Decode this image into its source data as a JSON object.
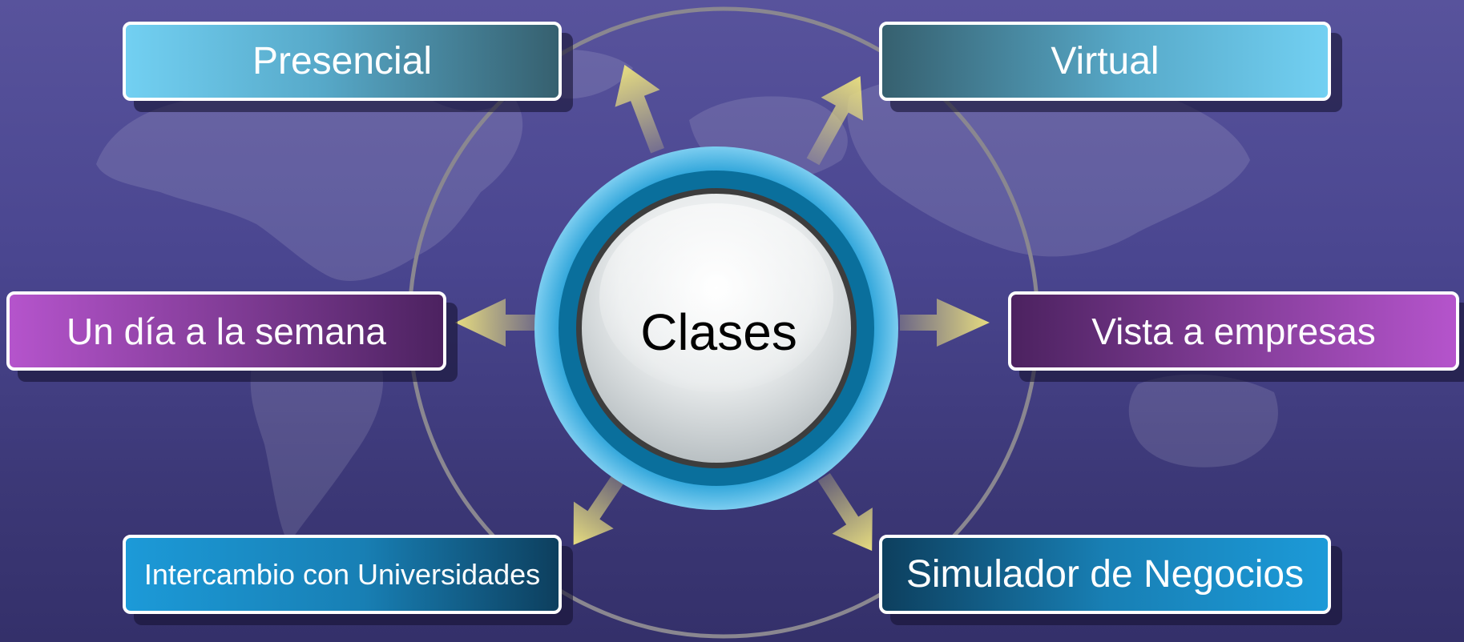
{
  "diagram": {
    "center": {
      "label": "Clases"
    },
    "nodes": {
      "presencial": "Presencial",
      "virtual": "Virtual",
      "un_dia": "Un día a la semana",
      "vista_empresas": "Vista a empresas",
      "intercambio": "Intercambio con Universidades",
      "simulador": "Simulador de Negocios"
    }
  },
  "colors": {
    "background": "#4a4690",
    "light_blue": "#72d0f2",
    "purple": "#b554cc",
    "deep_blue": "#1c9ad8",
    "arrow": "#e6dc80",
    "ring_outer": "#5bbce4",
    "ring_inner": "#0a77a8"
  },
  "background_icon": "world-map"
}
